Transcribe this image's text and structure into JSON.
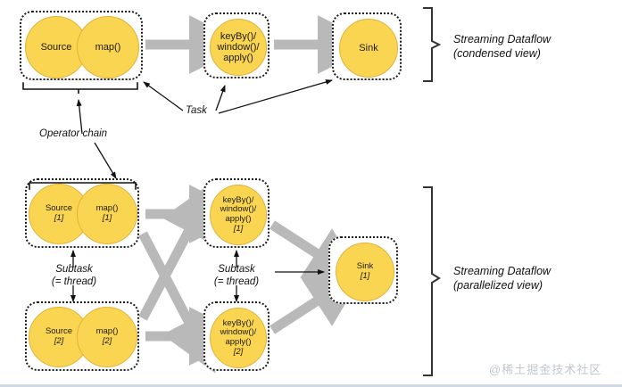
{
  "diagram": {
    "title": "Flink streaming dataflow: condensed and parallelized views",
    "colors": {
      "operator_fill": "#f9d551",
      "operator_stroke": "#e3b23c",
      "arrow_gray": "#b9b9b9",
      "outline": "#1a1a1a",
      "watermark": "#c3c7ce"
    }
  },
  "condensed": {
    "section_label_line1": "Streaming Dataflow",
    "section_label_line2": "(condensed view)",
    "operators": {
      "source": "Source",
      "map": "map()",
      "keyby_line1": "keyBy()/",
      "keyby_line2": "window()/",
      "keyby_line3": "apply()",
      "sink": "Sink"
    },
    "annotations": {
      "operator_chain": "Operator chain",
      "task": "Task"
    }
  },
  "parallelized": {
    "section_label_line1": "Streaming Dataflow",
    "section_label_line2": "(parallelized view)",
    "operators": {
      "source_1": {
        "label": "Source",
        "index": "[1]"
      },
      "map_1": {
        "label": "map()",
        "index": "[1]"
      },
      "source_2": {
        "label": "Source",
        "index": "[2]"
      },
      "map_2": {
        "label": "map()",
        "index": "[2]"
      },
      "keyby_1": {
        "line1": "keyBy()/",
        "line2": "window()/",
        "line3": "apply()",
        "index": "[1]"
      },
      "keyby_2": {
        "line1": "keyBy()/",
        "line2": "window()/",
        "line3": "apply()",
        "index": "[2]"
      },
      "sink_1": {
        "label": "Sink",
        "index": "[1]"
      }
    },
    "annotations": {
      "subtask_top_line1": "Subtask",
      "subtask_top_line2": "(= thread)",
      "subtask_mid_line1": "Subtask",
      "subtask_mid_line2": "(= thread)"
    }
  },
  "watermark": "@稀土掘金技术社区"
}
